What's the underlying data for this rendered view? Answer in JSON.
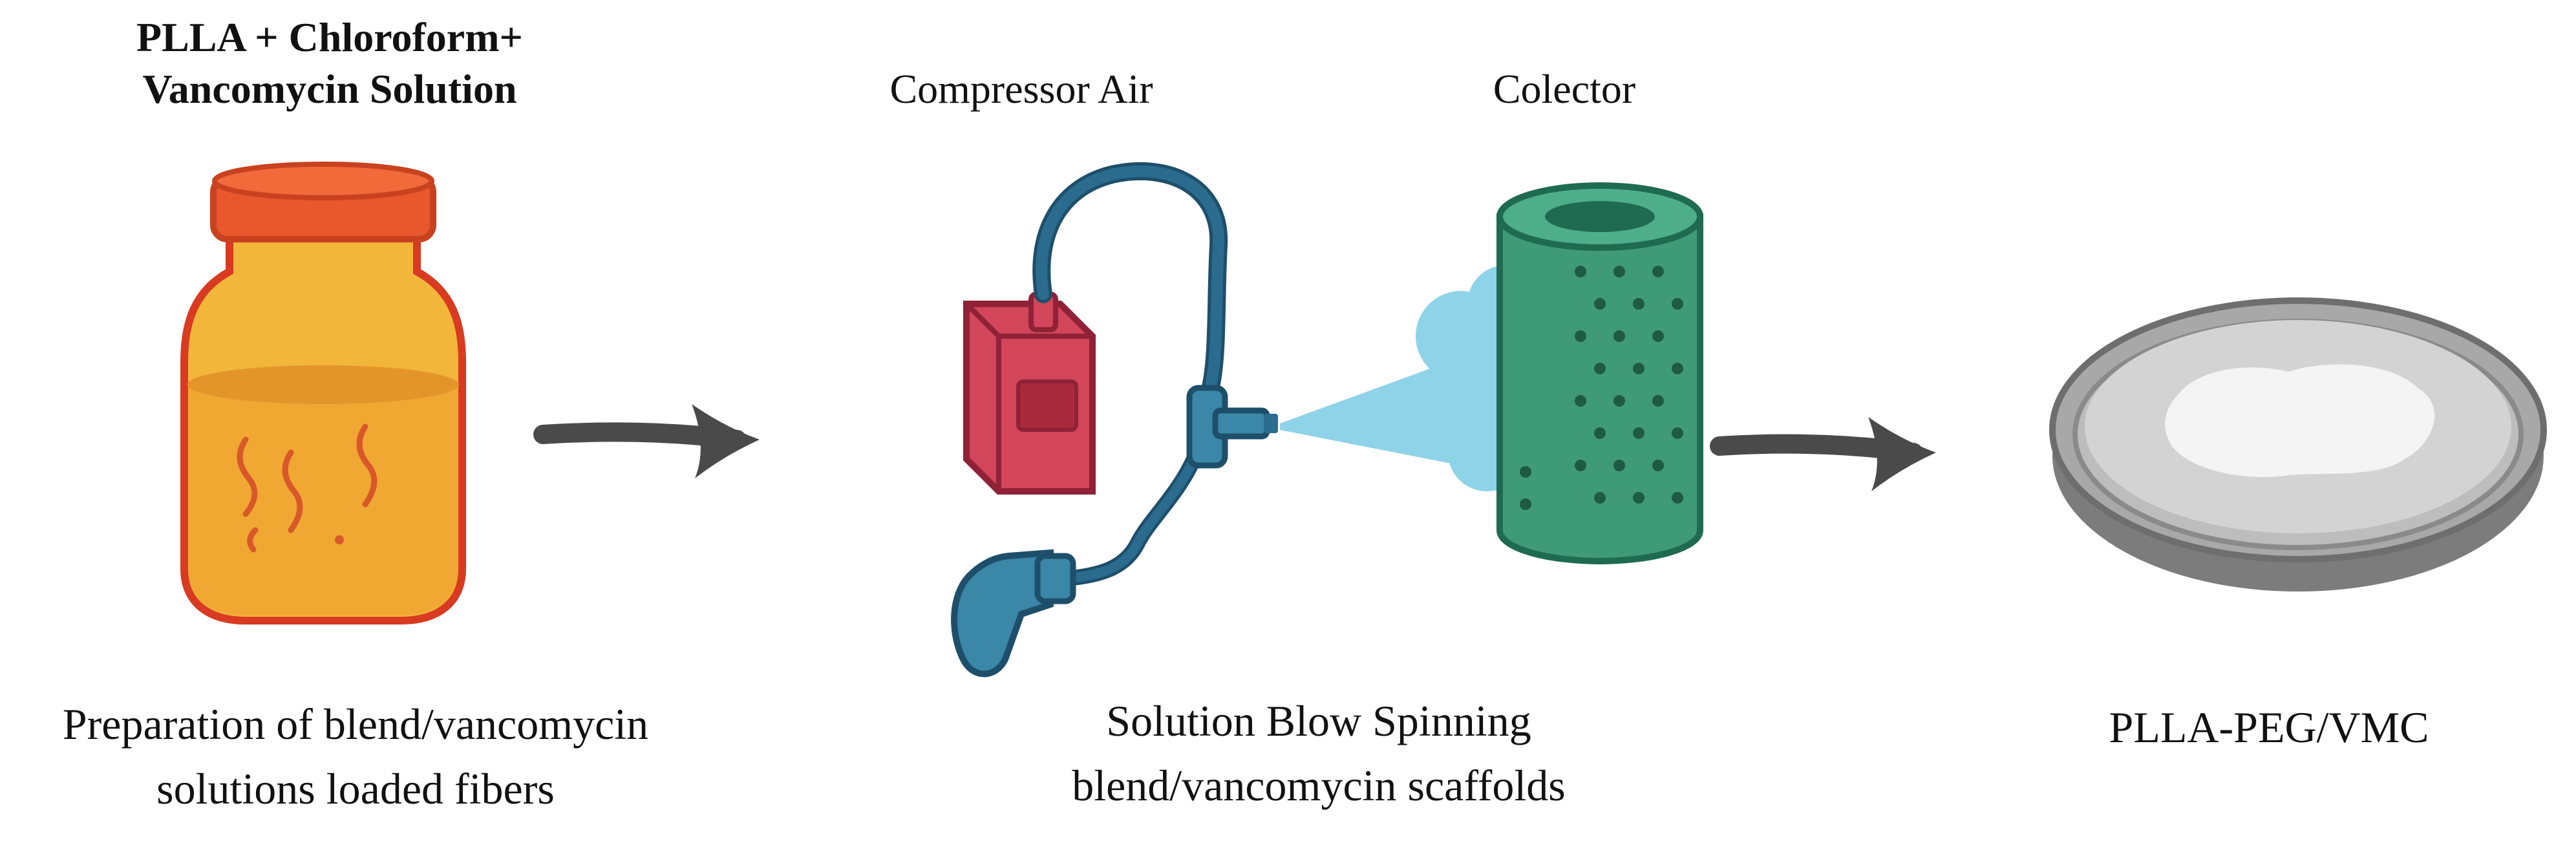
{
  "stage1": {
    "title_line1": "PLLA + Chloroform+",
    "title_line2": "Vancomycin Solution",
    "caption_line1": "Preparation of blend/vancomycin",
    "caption_line2": "solutions loaded fibers"
  },
  "stage2": {
    "compressor_label": "Compressor Air",
    "collector_label": "Colector",
    "caption_line1": "Solution Blow Spinning",
    "caption_line2": "blend/vancomycin scaffolds"
  },
  "stage3": {
    "caption": "PLLA-PEG/VMC"
  },
  "colors": {
    "bottle_glass": "#f2b63a",
    "bottle_outline": "#d83a22",
    "cap": "#e8582c",
    "compressor": "#d2455a",
    "tube": "#2a6b8e",
    "collector": "#3f9a78",
    "spray": "#8fd3e8",
    "dish": "#a8a8a8",
    "arrow": "#4a4a4a"
  }
}
